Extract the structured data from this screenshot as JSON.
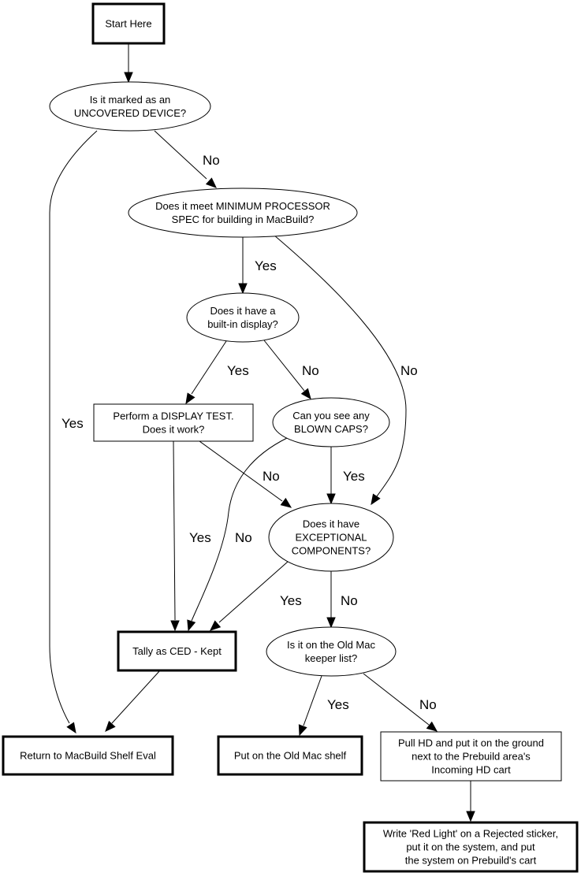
{
  "diagram": {
    "nodes": [
      {
        "id": "start",
        "shape": "box-bold",
        "lines": [
          "Start Here"
        ]
      },
      {
        "id": "uncovered",
        "shape": "ellipse",
        "lines": [
          "Is it marked as an",
          "UNCOVERED DEVICE?"
        ]
      },
      {
        "id": "processor",
        "shape": "ellipse",
        "lines": [
          "Does it meet MINIMUM PROCESSOR",
          "SPEC for building in MacBuild?"
        ]
      },
      {
        "id": "builtin",
        "shape": "ellipse",
        "lines": [
          "Does it have a",
          "built-in display?"
        ]
      },
      {
        "id": "displaytest",
        "shape": "box",
        "lines": [
          "Perform a DISPLAY TEST.",
          "Does it work?"
        ]
      },
      {
        "id": "blowncaps",
        "shape": "ellipse",
        "lines": [
          "Can you see any",
          "BLOWN CAPS?"
        ]
      },
      {
        "id": "exceptional",
        "shape": "ellipse",
        "lines": [
          "Does it have",
          "EXCEPTIONAL",
          "COMPONENTS?"
        ]
      },
      {
        "id": "tally",
        "shape": "box-bold",
        "lines": [
          "Tally as CED - Kept"
        ]
      },
      {
        "id": "keeper",
        "shape": "ellipse",
        "lines": [
          "Is it on the Old Mac",
          "keeper list?"
        ]
      },
      {
        "id": "return",
        "shape": "box-bold",
        "lines": [
          "Return to MacBuild Shelf Eval"
        ]
      },
      {
        "id": "oldmacshelf",
        "shape": "box-bold",
        "lines": [
          "Put on the Old Mac shelf"
        ]
      },
      {
        "id": "pullhd",
        "shape": "box",
        "lines": [
          "Pull HD and put it on the ground",
          "next to the Prebuild area's",
          "Incoming HD cart"
        ]
      },
      {
        "id": "redlight",
        "shape": "box-bold",
        "lines": [
          "Write 'Red Light' on a Rejected sticker,",
          "put it on the system, and put",
          "the system on Prebuild's cart"
        ]
      }
    ],
    "edges": [
      {
        "id": "start-uncovered",
        "from": "start",
        "to": "uncovered",
        "label": ""
      },
      {
        "id": "uncovered-processor",
        "from": "uncovered",
        "to": "processor",
        "label": "No"
      },
      {
        "id": "uncovered-return",
        "from": "uncovered",
        "to": "return",
        "label": "Yes"
      },
      {
        "id": "processor-builtin",
        "from": "processor",
        "to": "builtin",
        "label": "Yes"
      },
      {
        "id": "processor-exceptional",
        "from": "processor",
        "to": "exceptional",
        "label": "No"
      },
      {
        "id": "builtin-displaytest",
        "from": "builtin",
        "to": "displaytest",
        "label": "Yes"
      },
      {
        "id": "builtin-blowncaps",
        "from": "builtin",
        "to": "blowncaps",
        "label": "No"
      },
      {
        "id": "displaytest-tally",
        "from": "displaytest",
        "to": "tally",
        "label": "Yes"
      },
      {
        "id": "displaytest-exceptional",
        "from": "displaytest",
        "to": "exceptional",
        "label": "No"
      },
      {
        "id": "blowncaps-exceptional",
        "from": "blowncaps",
        "to": "exceptional",
        "label": "Yes"
      },
      {
        "id": "blowncaps-tally",
        "from": "blowncaps",
        "to": "tally",
        "label": "No"
      },
      {
        "id": "exceptional-tally",
        "from": "exceptional",
        "to": "tally",
        "label": "Yes"
      },
      {
        "id": "exceptional-keeper",
        "from": "exceptional",
        "to": "keeper",
        "label": "No"
      },
      {
        "id": "tally-return",
        "from": "tally",
        "to": "return",
        "label": ""
      },
      {
        "id": "keeper-oldmacshelf",
        "from": "keeper",
        "to": "oldmacshelf",
        "label": "Yes"
      },
      {
        "id": "keeper-pullhd",
        "from": "keeper",
        "to": "pullhd",
        "label": "No"
      },
      {
        "id": "pullhd-redlight",
        "from": "pullhd",
        "to": "redlight",
        "label": ""
      }
    ]
  }
}
